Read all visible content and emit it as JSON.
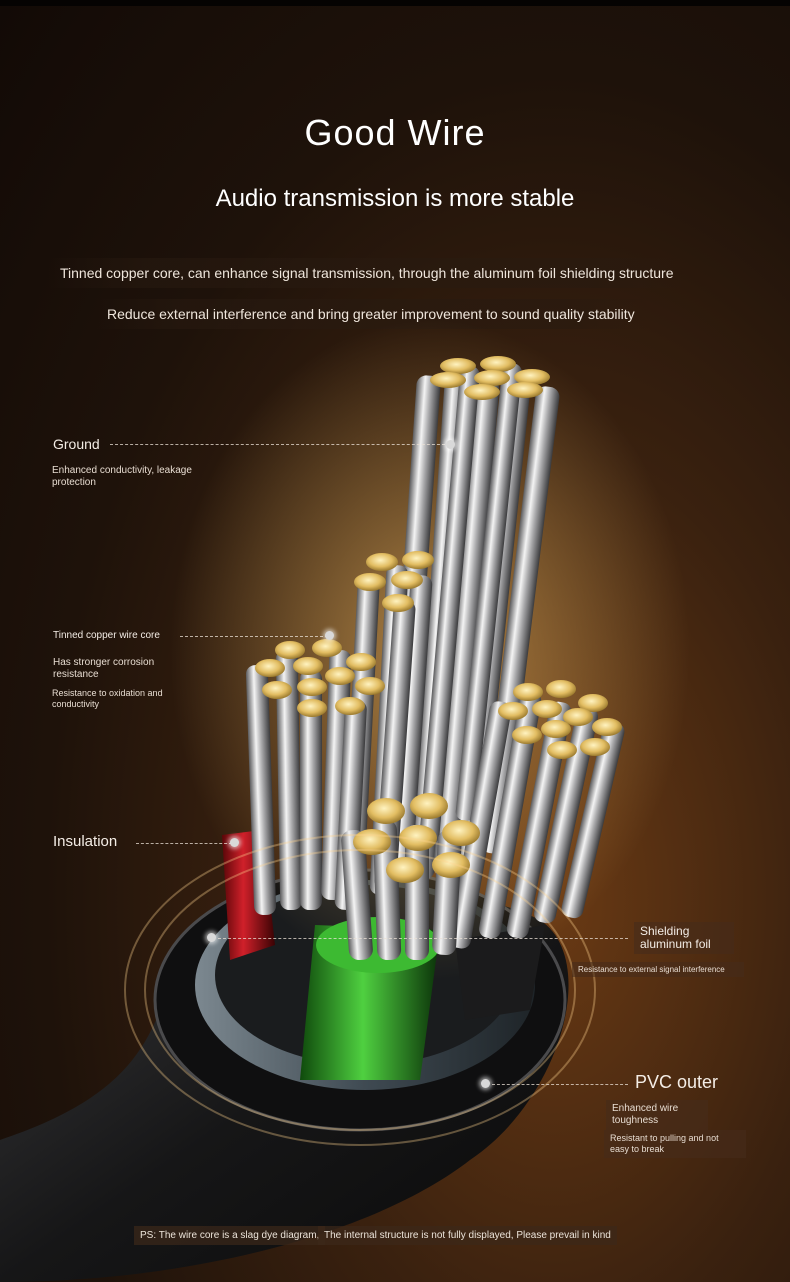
{
  "header": {
    "title": "Good Wire",
    "subtitle": "Audio transmission is more stable",
    "line1": "Tinned copper core, can enhance signal transmission, through the aluminum foil shielding structure",
    "line2": "Reduce external interference and bring greater improvement to sound quality stability"
  },
  "callouts": {
    "ground": {
      "label": "Ground",
      "desc": "Enhanced conductivity, leakage protection"
    },
    "core": {
      "label": "Tinned copper wire core",
      "desc1": "Has stronger corrosion resistance",
      "desc2": "Resistance to oxidation and conductivity"
    },
    "insulation": {
      "label": "Insulation"
    },
    "shielding": {
      "label": "Shielding aluminum foil",
      "desc": "Resistance to external signal interference"
    },
    "pvc": {
      "label": "PVC outer",
      "desc1": "Enhanced wire toughness",
      "desc2": "Resistant to pulling and not easy to break"
    }
  },
  "footer": {
    "note1": "PS: The wire core is a slag dye diagram,",
    "note2": "The internal structure is not fully displayed, Please prevail in kind"
  },
  "colors": {
    "background": "#2a180c",
    "gold": "#e8c46a",
    "red": "#b01018",
    "green": "#2fa02a"
  }
}
